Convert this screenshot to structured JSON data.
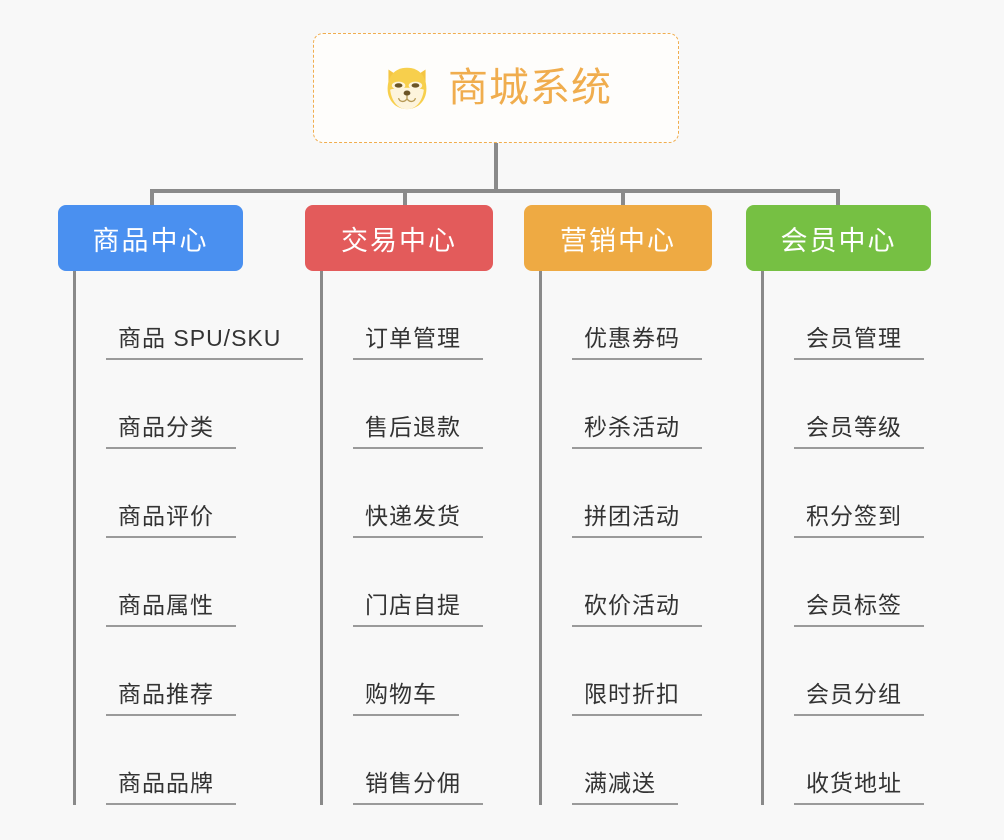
{
  "page": {
    "title": "商城系统 功能架构图",
    "background_color": "#f8f8f8"
  },
  "root": {
    "label": "商城系统",
    "icon": "shiba-dog-face-icon",
    "border_color": "#f0ad4e",
    "text_color": "#f0ad4e"
  },
  "columns": [
    {
      "id": "product-center",
      "label": "商品中心",
      "color": "#4a90f0",
      "items": [
        {
          "label": "商品 SPU/SKU"
        },
        {
          "label": "商品分类"
        },
        {
          "label": "商品评价"
        },
        {
          "label": "商品属性"
        },
        {
          "label": "商品推荐"
        },
        {
          "label": "商品品牌"
        }
      ]
    },
    {
      "id": "trade-center",
      "label": "交易中心",
      "color": "#e35b5b",
      "items": [
        {
          "label": "订单管理"
        },
        {
          "label": "售后退款"
        },
        {
          "label": "快递发货"
        },
        {
          "label": "门店自提"
        },
        {
          "label": "购物车"
        },
        {
          "label": "销售分佣"
        }
      ]
    },
    {
      "id": "marketing-center",
      "label": "营销中心",
      "color": "#eeaa43",
      "items": [
        {
          "label": "优惠券码"
        },
        {
          "label": "秒杀活动"
        },
        {
          "label": "拼团活动"
        },
        {
          "label": "砍价活动"
        },
        {
          "label": "限时折扣"
        },
        {
          "label": "满减送"
        }
      ]
    },
    {
      "id": "member-center",
      "label": "会员中心",
      "color": "#76c043",
      "items": [
        {
          "label": "会员管理"
        },
        {
          "label": "会员等级"
        },
        {
          "label": "积分签到"
        },
        {
          "label": "会员标签"
        },
        {
          "label": "会员分组"
        },
        {
          "label": "收货地址"
        }
      ]
    }
  ]
}
